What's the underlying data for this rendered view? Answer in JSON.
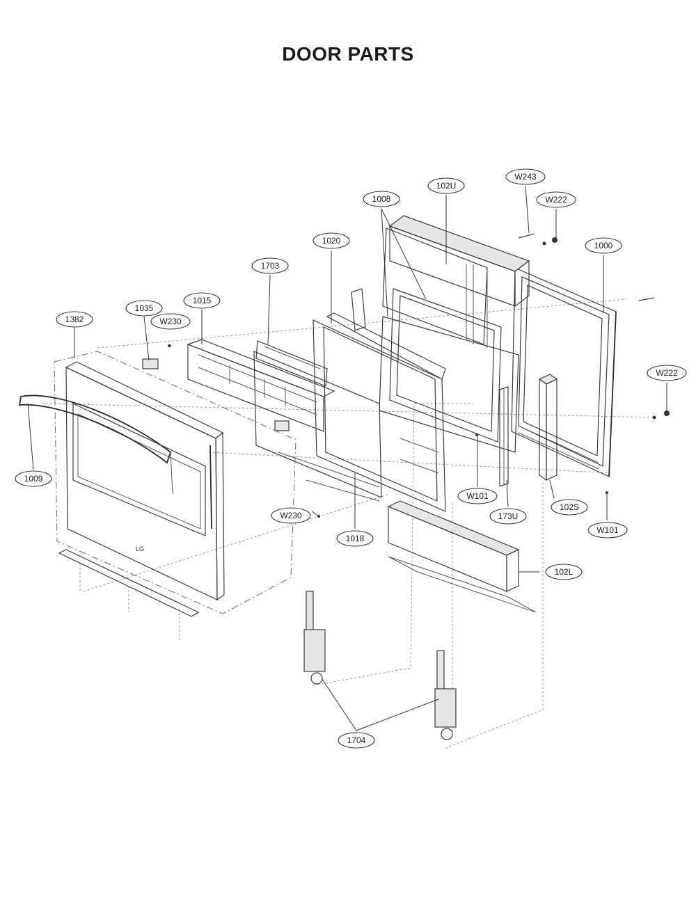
{
  "title": "DOOR PARTS",
  "parts": [
    {
      "id": "1000",
      "label": "1000"
    },
    {
      "id": "1008",
      "label": "1008"
    },
    {
      "id": "1009",
      "label": "1009"
    },
    {
      "id": "1015",
      "label": "1015"
    },
    {
      "id": "1018",
      "label": "1018"
    },
    {
      "id": "1020",
      "label": "1020"
    },
    {
      "id": "1035",
      "label": "1035"
    },
    {
      "id": "102L",
      "label": "102L"
    },
    {
      "id": "102S",
      "label": "102S"
    },
    {
      "id": "102U",
      "label": "102U"
    },
    {
      "id": "1382",
      "label": "1382"
    },
    {
      "id": "1703",
      "label": "1703"
    },
    {
      "id": "1704",
      "label": "1704"
    },
    {
      "id": "173U",
      "label": "173U"
    },
    {
      "id": "W101",
      "label": "W101"
    },
    {
      "id": "W222",
      "label": "W222"
    },
    {
      "id": "W230",
      "label": "W230"
    },
    {
      "id": "W243",
      "label": "W243"
    }
  ]
}
